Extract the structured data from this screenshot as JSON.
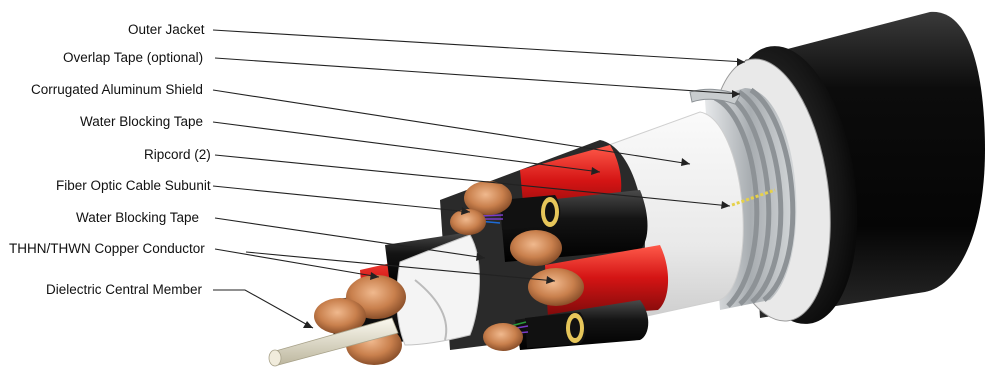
{
  "labels": [
    "Outer Jacket",
    "Overlap Tape (optional)",
    "Corrugated Aluminum Shield",
    "Water Blocking Tape",
    "Ripcord (2)",
    "Fiber Optic Cable Subunit",
    "Water Blocking Tape ",
    "THHN/THWN Copper Conductor",
    "Dielectric Central Member"
  ],
  "colors": {
    "jacket": "#141414",
    "shield": "#b5b9bc",
    "tape": "#f2f2f2",
    "copper": "#c9804d",
    "red_insulation": "#d81c1c",
    "black_insulation": "#1a1a1a",
    "ripcord": "#e6d14a",
    "central_member": "#e8e3cf"
  }
}
